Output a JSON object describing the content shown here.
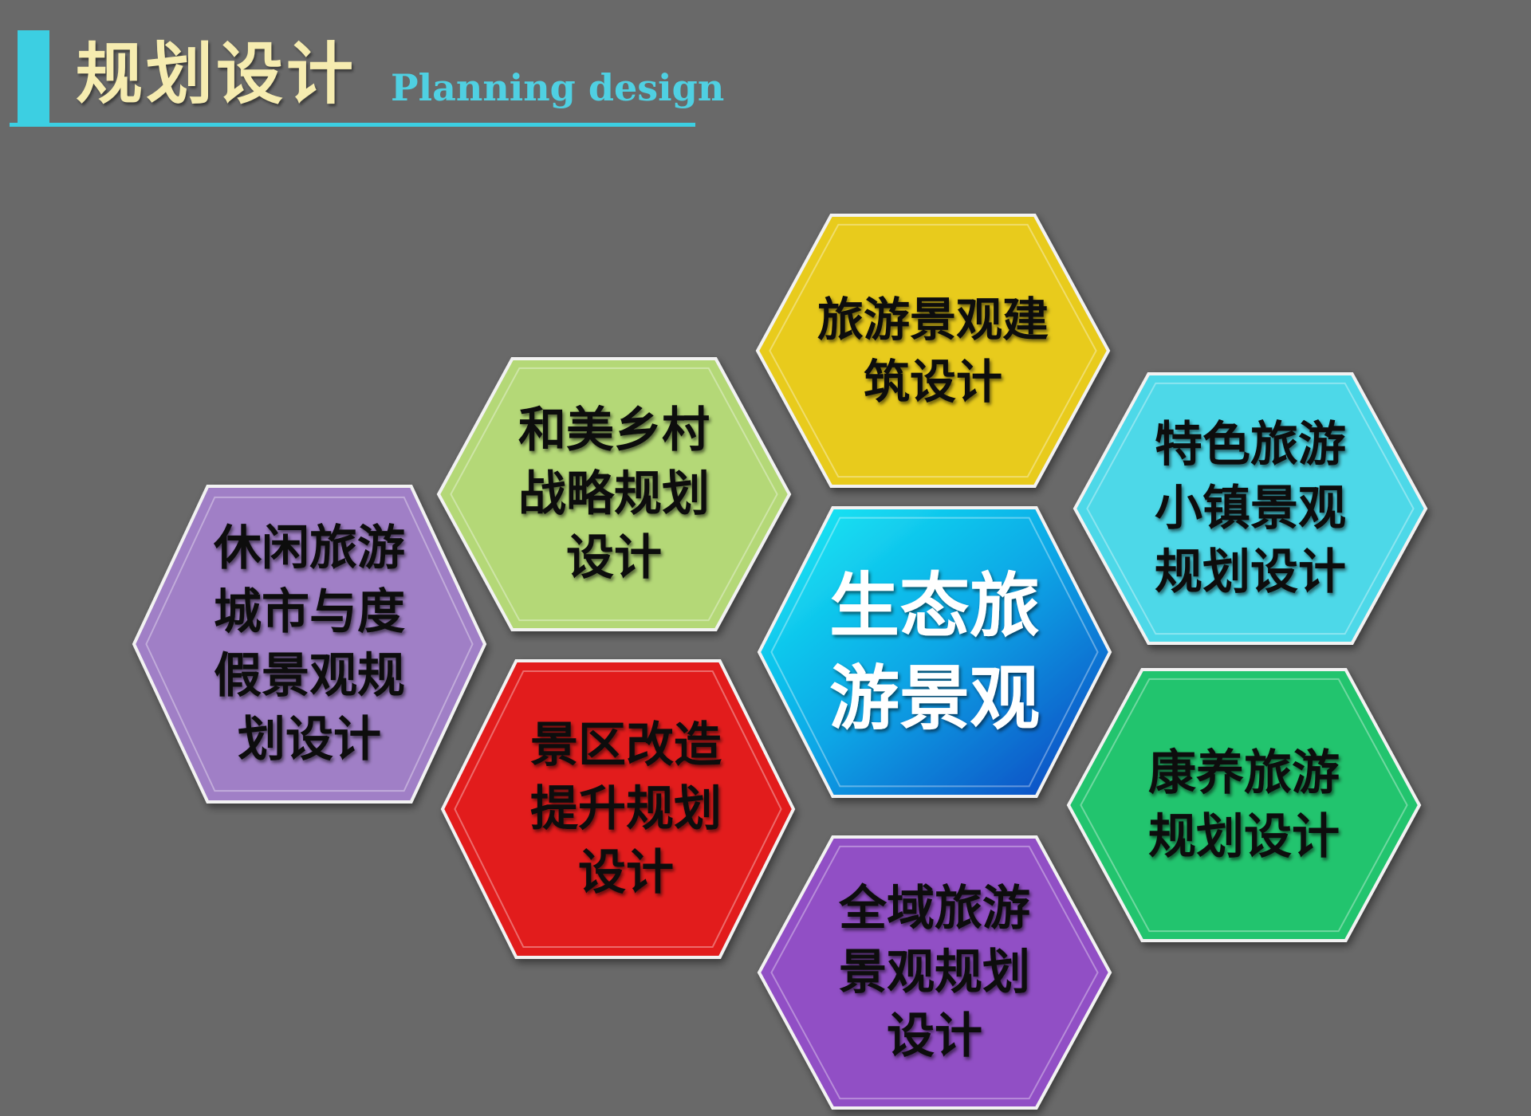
{
  "header": {
    "title": "规划设计",
    "subtitle": "Planning design"
  },
  "hexagons": [
    {
      "id": "hex-tourism-architecture",
      "lines": [
        "旅游景观建",
        "筑设计"
      ],
      "fill": "#e8cb1f",
      "textColor": "#111111"
    },
    {
      "id": "hex-rural-strategy",
      "lines": [
        "和美乡村",
        "战略规划",
        "设计"
      ],
      "fill": "#b4d877",
      "textColor": "#111111"
    },
    {
      "id": "hex-leisure-resort",
      "lines": [
        "休闲旅游",
        "城市与度",
        "假景观规",
        "划设计"
      ],
      "fill": "#a07fc6",
      "textColor": "#111111"
    },
    {
      "id": "hex-eco-tourism",
      "lines": [
        "生态旅",
        "游景观"
      ],
      "fill": "#1aa8e8",
      "textColor": "#ffffff"
    },
    {
      "id": "hex-feature-town",
      "lines": [
        "特色旅游",
        "小镇景观",
        "规划设计"
      ],
      "fill": "#4dd8e8",
      "textColor": "#111111"
    },
    {
      "id": "hex-scenic-upgrade",
      "lines": [
        "景区改造",
        "提升规划",
        "设计"
      ],
      "fill": "#e21f1f",
      "textColor": "#111111"
    },
    {
      "id": "hex-wellness-tourism",
      "lines": [
        "康养旅游",
        "规划设计"
      ],
      "fill": "#22c46e",
      "textColor": "#111111"
    },
    {
      "id": "hex-all-region",
      "lines": [
        "全域旅游",
        "景观规划",
        "设计"
      ],
      "fill": "#914fc5",
      "textColor": "#111111"
    }
  ]
}
